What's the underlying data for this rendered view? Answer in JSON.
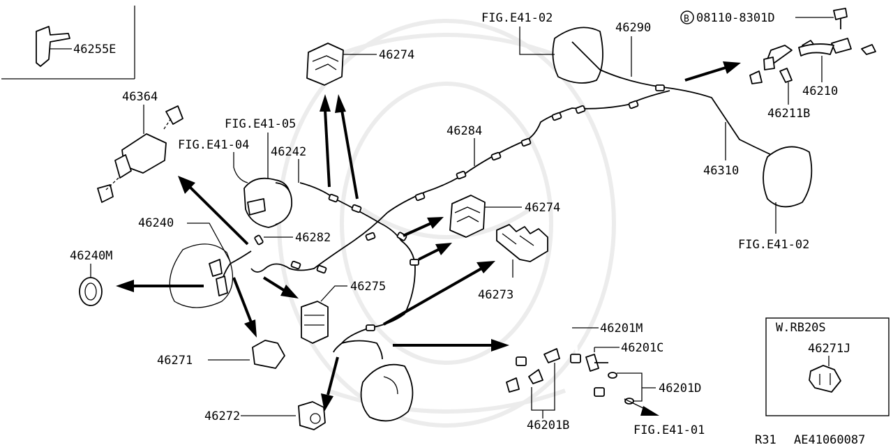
{
  "diagram": {
    "labels": {
      "p46255E": "46255E",
      "p46364": "46364",
      "figE41_05": "FIG.E41-05",
      "figE41_04": "FIG.E41-04",
      "p46242": "46242",
      "p46274_top": "46274",
      "figE41_02_top": "FIG.E41-02",
      "p46290": "46290",
      "bolt_circle": "B",
      "bolt_part": "08110-8301D",
      "p46210": "46210",
      "p46211B": "46211B",
      "p46284": "46284",
      "p46310": "46310",
      "figE41_02_right": "FIG.E41-02",
      "p46274_mid": "46274",
      "p46240": "46240",
      "p46282": "46282",
      "p46240M": "46240M",
      "p46275": "46275",
      "p46273": "46273",
      "p46271": "46271",
      "p46272": "46272",
      "p46201M": "46201M",
      "p46201C": "46201C",
      "p46201D": "46201D",
      "p46201B": "46201B",
      "figE41_01": "FIG.E41-01",
      "variant": "W.RB20S",
      "p46271J": "46271J",
      "model": "R31",
      "diagram_id": "AE41060087"
    }
  }
}
